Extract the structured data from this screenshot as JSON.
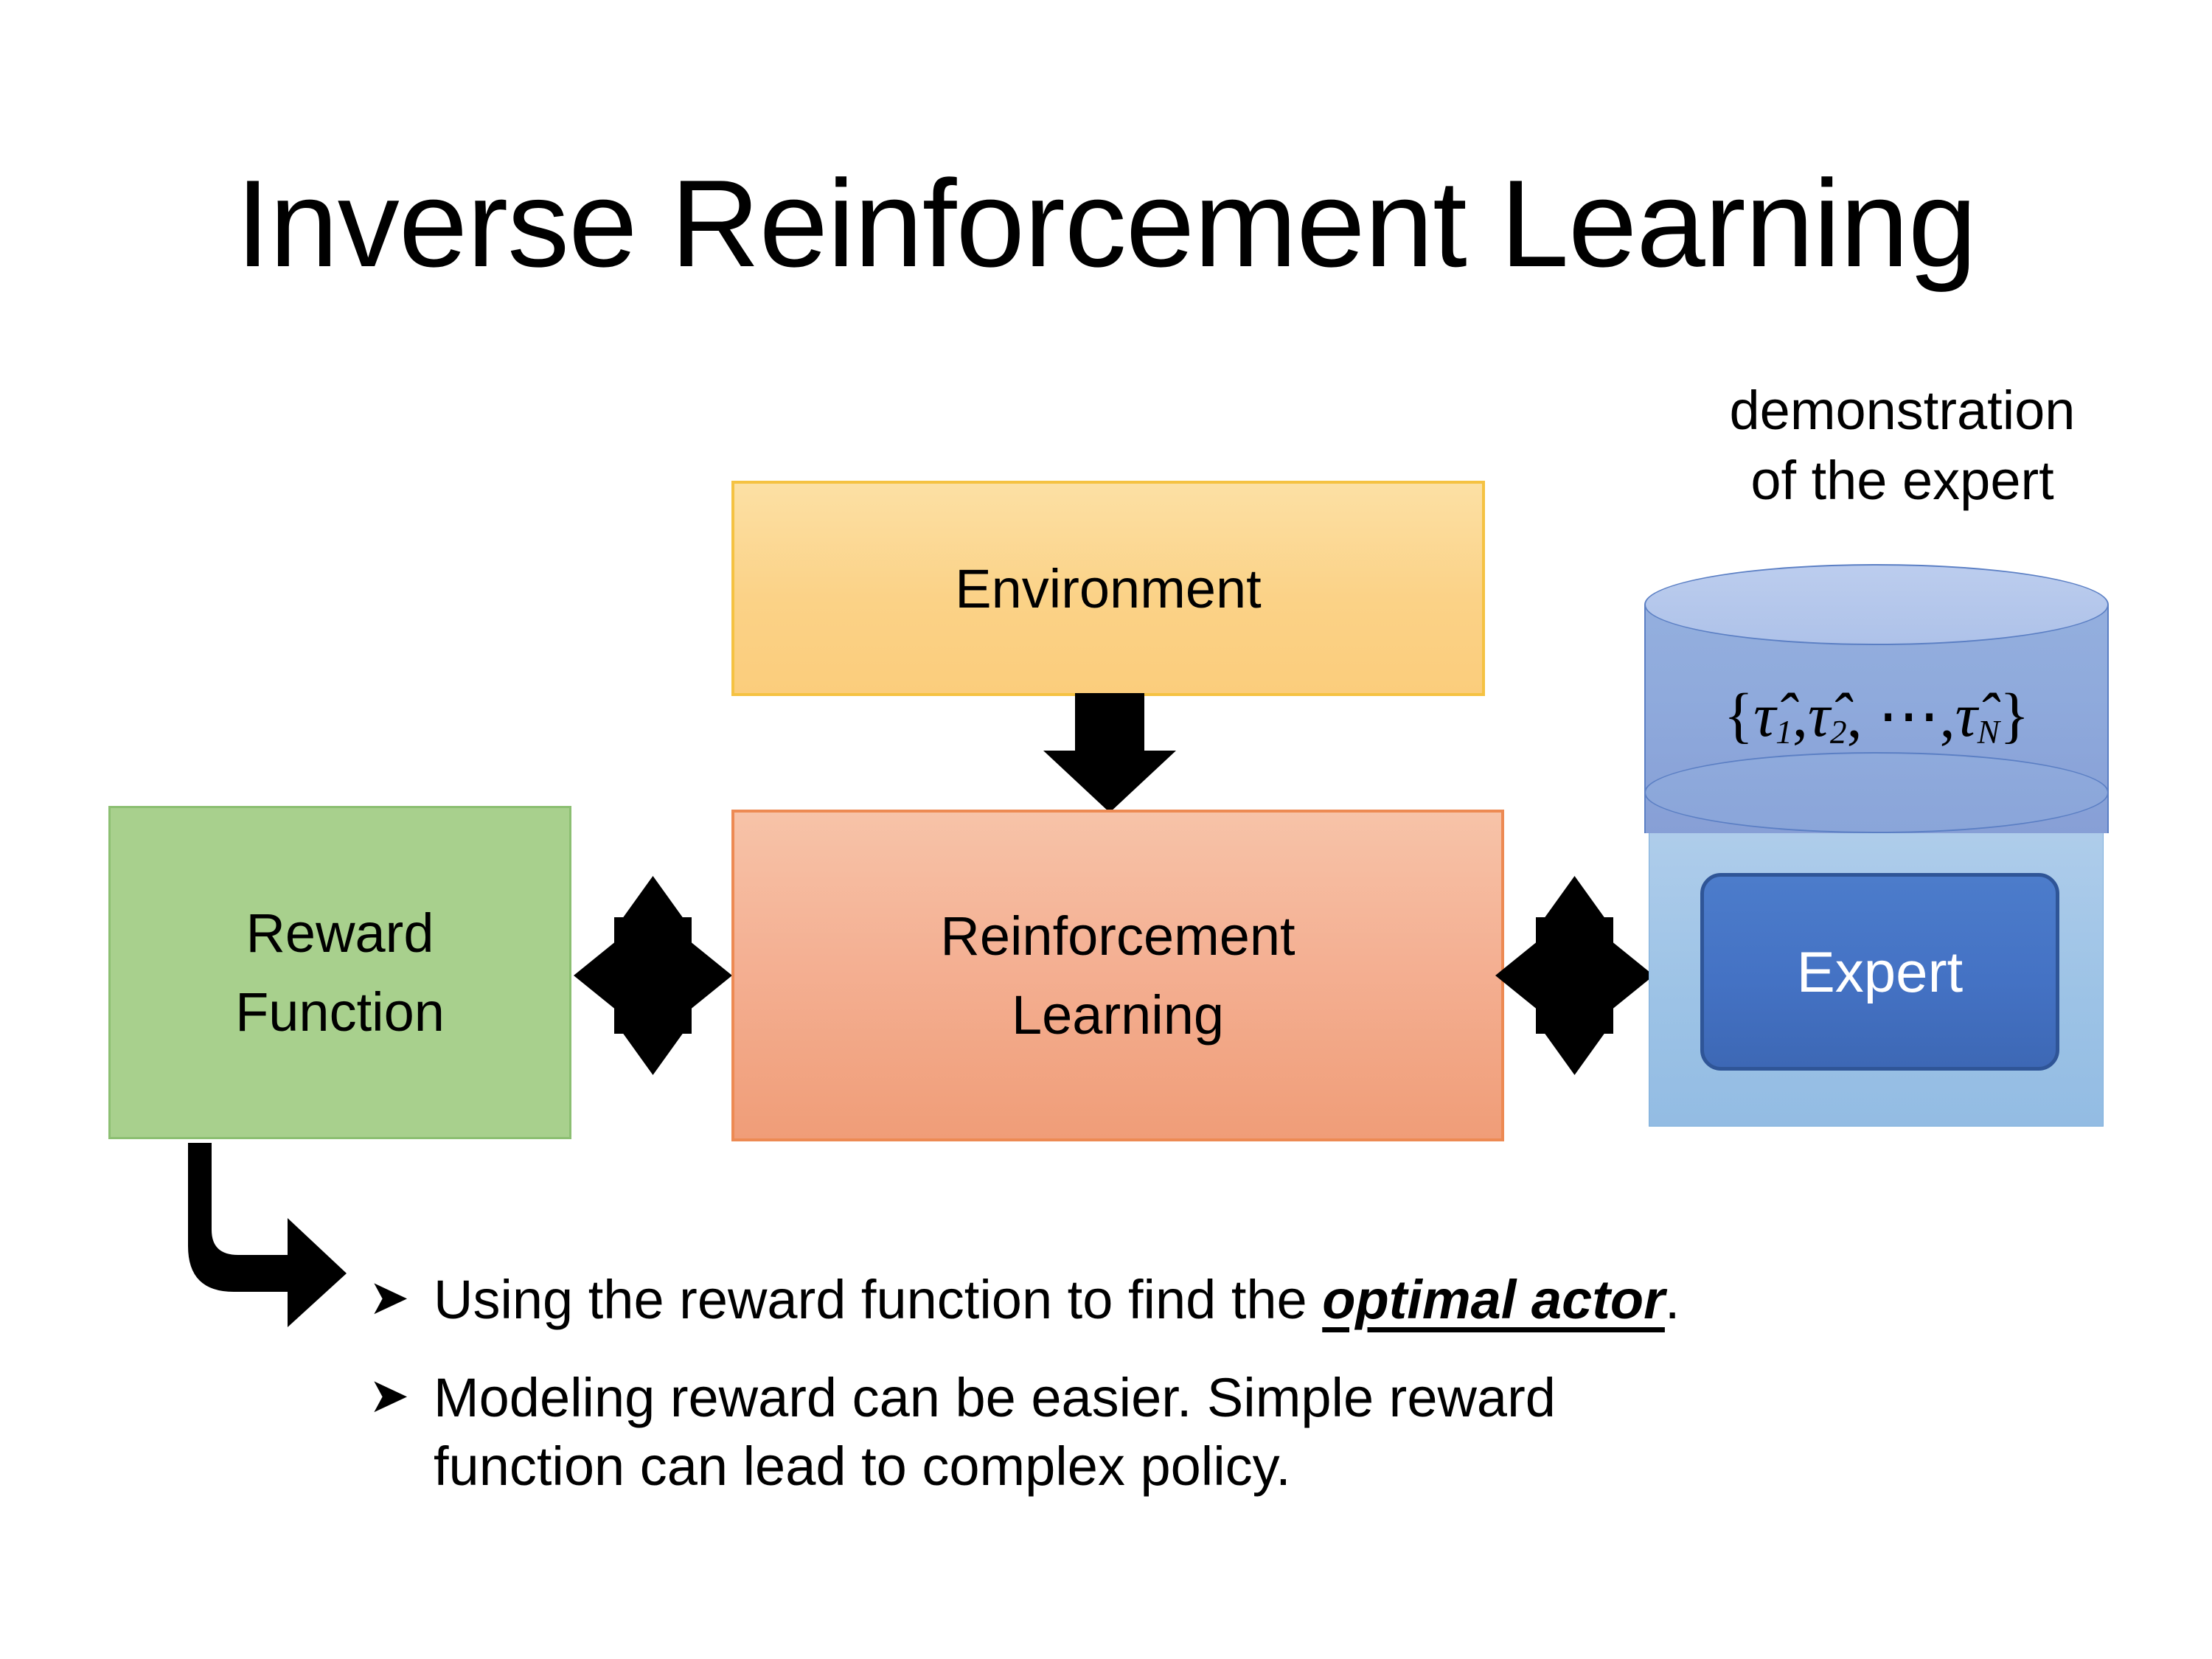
{
  "slide": {
    "title": "Inverse Reinforcement Learning",
    "background_color": "#FFFFFF"
  },
  "diagram": {
    "environment_box": {
      "label": "Environment",
      "fill_color": "#FBD287",
      "border_color": "#F5C242"
    },
    "reinforcement_learning_box": {
      "label_line1": "Reinforcement",
      "label_line2": "Learning",
      "fill_color": "#F4B093",
      "border_color": "#ED8A53"
    },
    "reward_function_box": {
      "label_line1": "Reward",
      "label_line2": "Function",
      "fill_color": "#A8D08D",
      "border_color": "#8CBF72"
    },
    "demonstration_label": {
      "line1": "demonstration",
      "line2": "of the expert"
    },
    "demonstration_cylinder": {
      "set_open": "{",
      "tau_1": "τ̂",
      "sub_1": "1",
      "sep_1": ", ",
      "tau_2": "τ̂",
      "sub_2": "2",
      "sep_2": ", ⋯, ",
      "tau_n": "τ̂",
      "sub_n": "N",
      "set_close": "}",
      "full_label": "{τ̂1, τ̂2, ⋯, τ̂N}",
      "fill_color": "#8FAADC",
      "top_fill_color": "#AEC2E9",
      "stroke_color": "#5B7FC4"
    },
    "expert_backing": {
      "fill_color": "#9DC3E6"
    },
    "expert_box": {
      "label": "Expert",
      "fill_color": "#4472C4",
      "border_color": "#2F5597",
      "text_color": "#FFFFFF"
    },
    "arrows": {
      "env_to_rl": "down-arrow",
      "reward_rl": "four-way-arrow",
      "rl_expert": "four-way-arrow",
      "reward_to_bullets": "bent-arrow-right",
      "color": "#000000"
    }
  },
  "bullets": [
    {
      "marker": "➤",
      "text_before": "Using the reward function to find the ",
      "emphasis": "optimal actor",
      "text_after": "."
    },
    {
      "marker": "➤",
      "line1": "Modeling reward can be easier. Simple reward",
      "line2": "function can lead to complex policy."
    }
  ]
}
